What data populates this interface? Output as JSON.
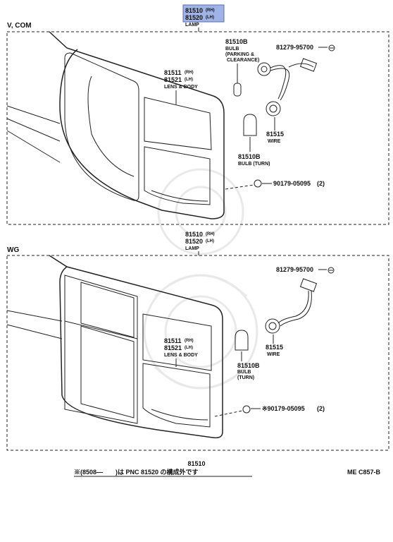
{
  "top_callout": {
    "pn_rh": "81510",
    "rh": "(RH)",
    "pn_lh": "81520",
    "lh": "(LH)",
    "name": "LAMP",
    "highlight_color": "#9fb3e6"
  },
  "section1": {
    "title": "V, COM",
    "parts": {
      "bulb_parking": {
        "pn": "81510B",
        "line1": "BULB",
        "line2": "(PARKING &",
        "line3": "CLEARANCE)"
      },
      "screw": {
        "pn": "81279-95700"
      },
      "lens": {
        "pn_rh": "81511",
        "rh": "(RH)",
        "pn_lh": "81521",
        "lh": "(LH)",
        "name": "LENS & BODY"
      },
      "wire": {
        "pn": "81515",
        "name": "WIRE"
      },
      "bulb_turn": {
        "pn": "81510B",
        "line1": "BULB (TURN)"
      },
      "nut": {
        "pn": "90179-05095",
        "qty": "(2)"
      }
    }
  },
  "section2": {
    "title": "WG",
    "callout": {
      "pn_rh": "81510",
      "rh": "(RH)",
      "pn_lh": "81520",
      "lh": "(LH)",
      "name": "LAMP"
    },
    "parts": {
      "screw": {
        "pn": "81279-95700"
      },
      "lens": {
        "pn_rh": "81511",
        "rh": "(RH)",
        "pn_lh": "81521",
        "lh": "(LH)",
        "name": "LENS & BODY"
      },
      "wire": {
        "pn": "81515",
        "name": "WIRE"
      },
      "bulb_turn": {
        "pn": "81510B",
        "line1": "BULB",
        "line2": "(TURN)"
      },
      "nut": {
        "pn": "※90179-05095",
        "qty": "(2)"
      }
    }
  },
  "footer": {
    "pnc": "81510",
    "note": "※(8508—　　)は PNC 81520 の構成外です",
    "ref": "ME C857-B"
  }
}
